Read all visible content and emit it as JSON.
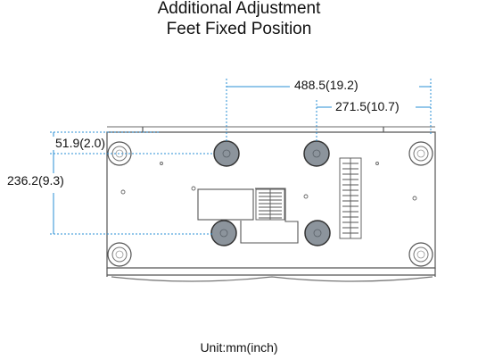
{
  "title_lines": [
    "Additional Adjustment",
    "Feet Fixed Position"
  ],
  "dimensions": {
    "width_outer": "488.5(19.2)",
    "width_inner": "271.5(10.7)",
    "height_top": "51.9(2.0)",
    "height_span": "236.2(9.3)"
  },
  "unit_label": "Unit:mm(inch)",
  "colors": {
    "dimension_line": "#2a8fd6",
    "outline": "#555555",
    "foot_fill": "#8c949c"
  }
}
